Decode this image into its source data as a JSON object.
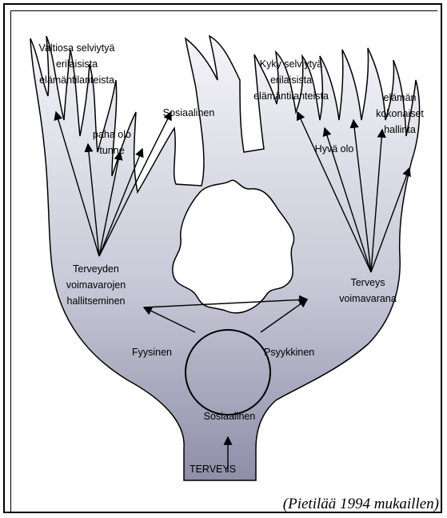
{
  "labels": {
    "root": "TERVEYS",
    "sosiaalinen": "Sosiaalinen",
    "fyysinen": "Fyysinen",
    "psyykkinen": "Psyykkinen",
    "hallinta": [
      "Terveyden",
      "voimavarojen",
      "hallitseminen"
    ],
    "voimavarana": [
      "Terveys",
      "voimavarana"
    ],
    "selviytya_arki": [
      "Valtiosa selviytyä",
      "erilaisista",
      "elämäntilanteista"
    ],
    "yhteistyo": "Sosiaalinen",
    "paha_olo": [
      "paha olo",
      "tunne"
    ],
    "kyky_selviytya": [
      "Kyky selviytyä",
      "erilaisista",
      "elämäntilanteista"
    ],
    "elaman_hallinta": [
      "elämän",
      "kokonaiset",
      "hallinta"
    ],
    "hyvinvointi": "Hyvä olo"
  },
  "caption": "(Pietilää 1994 mukaillen)",
  "colors": {
    "tree_top": "#f4f4f8",
    "tree_bottom": "#8e8ea8",
    "outline": "#000000"
  }
}
